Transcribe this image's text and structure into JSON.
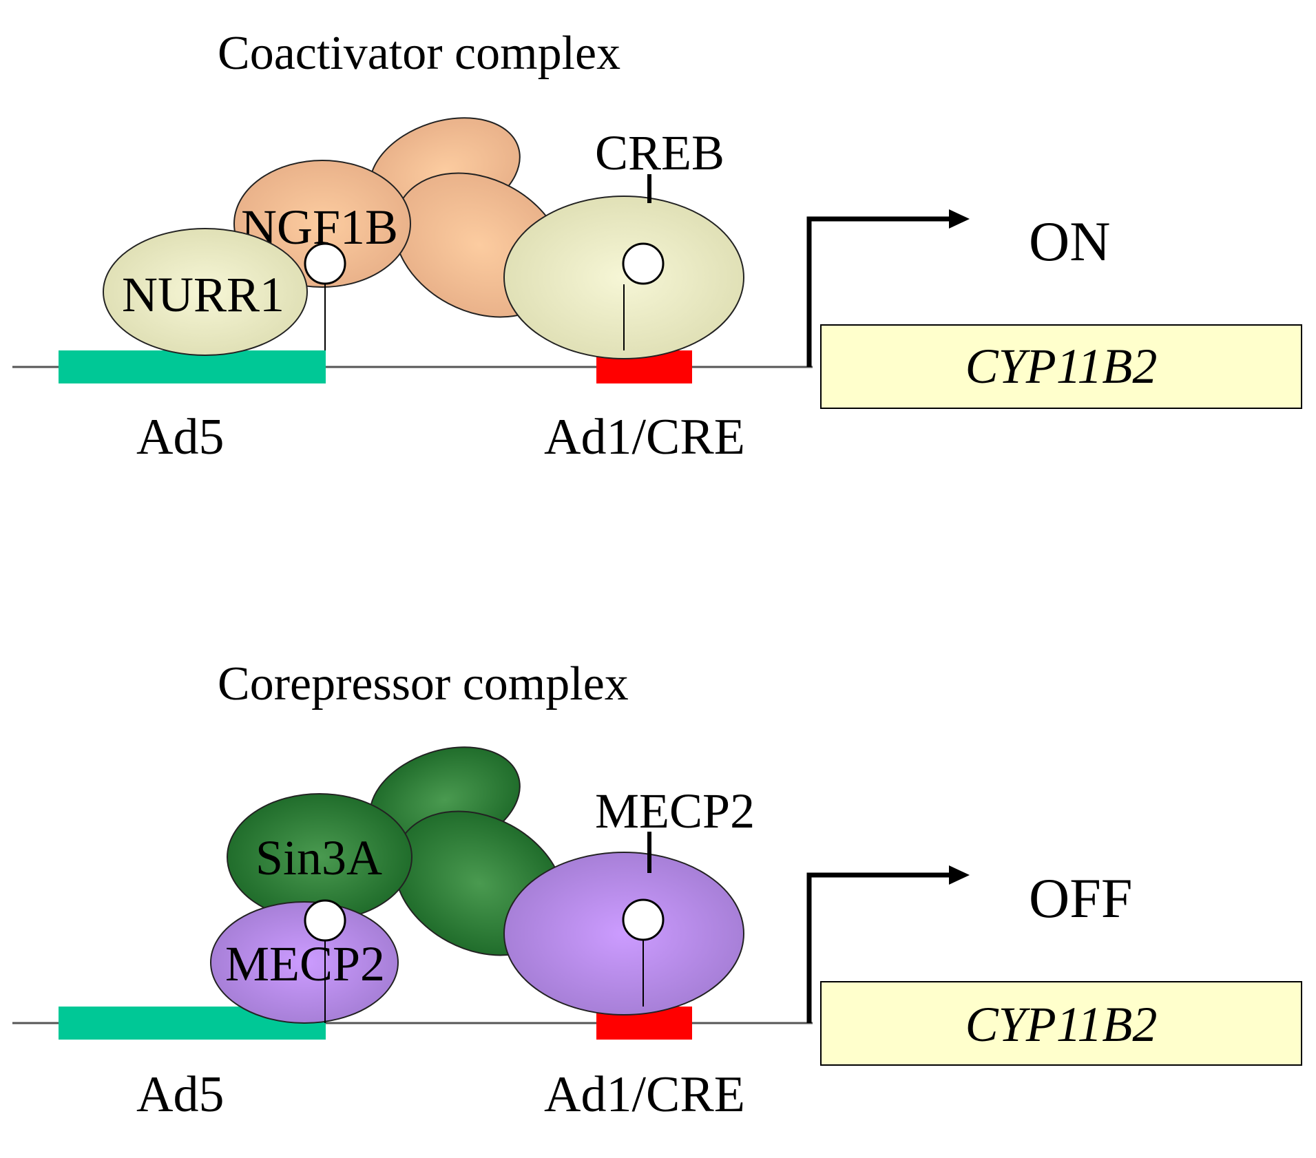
{
  "panels": [
    {
      "title": "Coactivator complex",
      "state": "ON",
      "gene": "CYP11B2",
      "sites": {
        "left": "Ad5",
        "right": "Ad1/CRE"
      },
      "proteins": {
        "left_bottom": "NURR1",
        "left_top": "NGF1B",
        "right": "CREB"
      }
    },
    {
      "title": "Corepressor complex",
      "state": "OFF",
      "gene": "CYP11B2",
      "sites": {
        "left": "Ad5",
        "right": "Ad1/CRE"
      },
      "proteins": {
        "left_bottom": "MECP2",
        "left_top": "Sin3A",
        "right": "MECP2"
      }
    }
  ],
  "colors": {
    "ad5_site": "#00c896",
    "ad1_site": "#ff0000",
    "gene_box": "#ffffcc",
    "coactivator_pale": "#e8e8b8",
    "coactivator_tan": "#f0b890",
    "corepressor_green": "#1e6e2a",
    "corepressor_purple": "#b48ee6"
  }
}
